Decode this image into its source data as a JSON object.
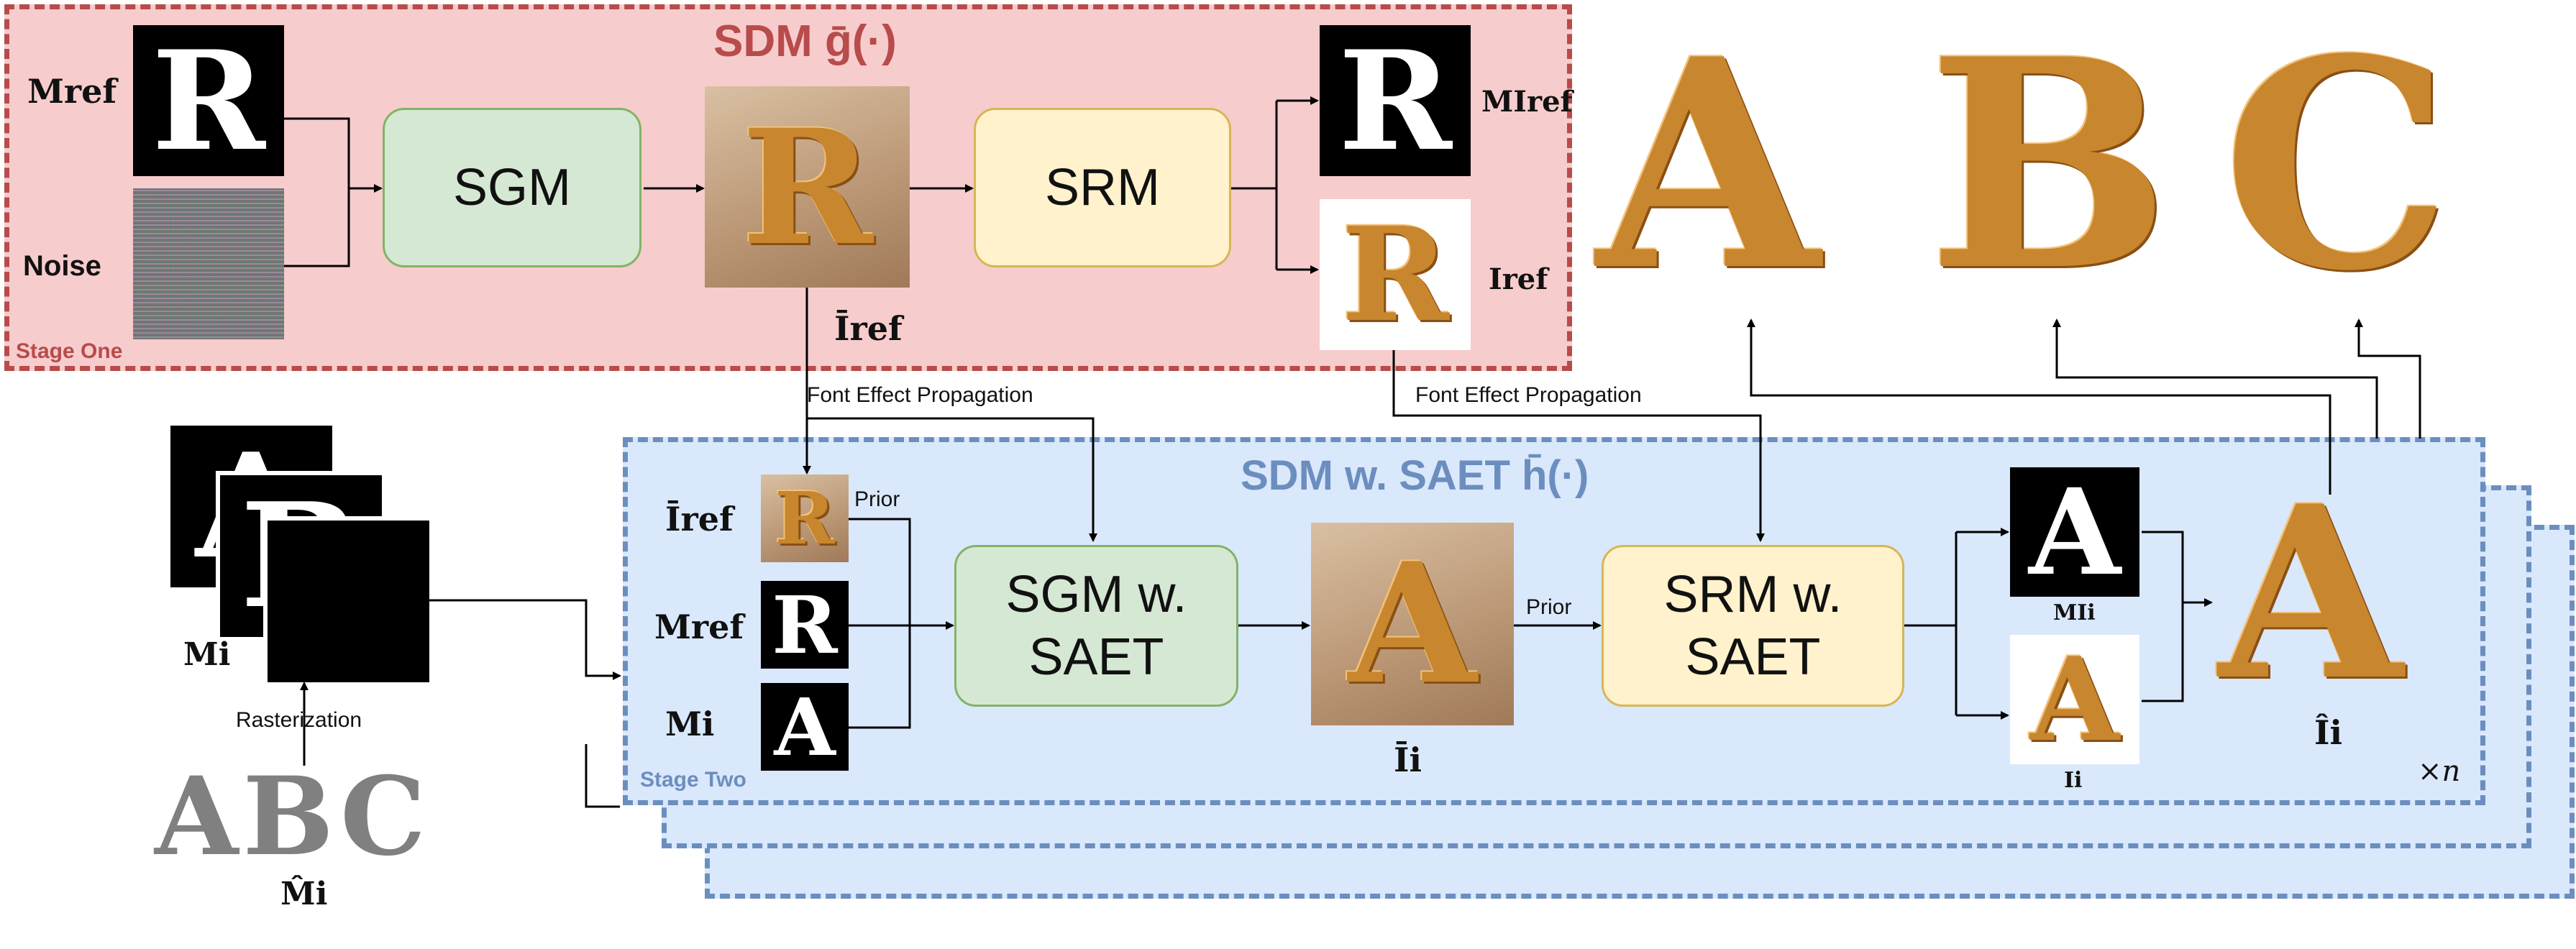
{
  "stage_one": {
    "title": "SDM ḡ(·)",
    "label": "Stage One",
    "m_ref": "Mref",
    "noise": "Noise",
    "sgm": "SGM",
    "srm": "SRM",
    "i_ref_bar": "Īref",
    "m_i_ref": "MIref",
    "i_ref": "Iref",
    "letter": "R"
  },
  "propagation_left": "Font Effect Propagation",
  "propagation_right": "Font Effect Propagation",
  "stage_two": {
    "title": "SDM w. SAET h̄(·)",
    "label": "Stage Two",
    "i_ref_bar": "Īref",
    "m_ref": "Mref",
    "m_i": "Mi",
    "prior_left": "Prior",
    "prior_right": "Prior",
    "sgm_line1": "SGM w.",
    "sgm_line2": "SAET",
    "srm_line1": "SRM w.",
    "srm_line2": "SAET",
    "i_bar_i": "Īi",
    "m_ii": "MIi",
    "i_i": "Ii",
    "i_hat": "Îi",
    "times_n": "×n",
    "letter_r": "R",
    "letter_a": "A"
  },
  "left_input": {
    "m_i": "Mi",
    "rasterization": "Rasterization",
    "m_hat": "M̂i",
    "abc": "ABC",
    "stack_letters": [
      "A",
      "B"
    ]
  },
  "outputs": [
    "A",
    "B",
    "C"
  ]
}
